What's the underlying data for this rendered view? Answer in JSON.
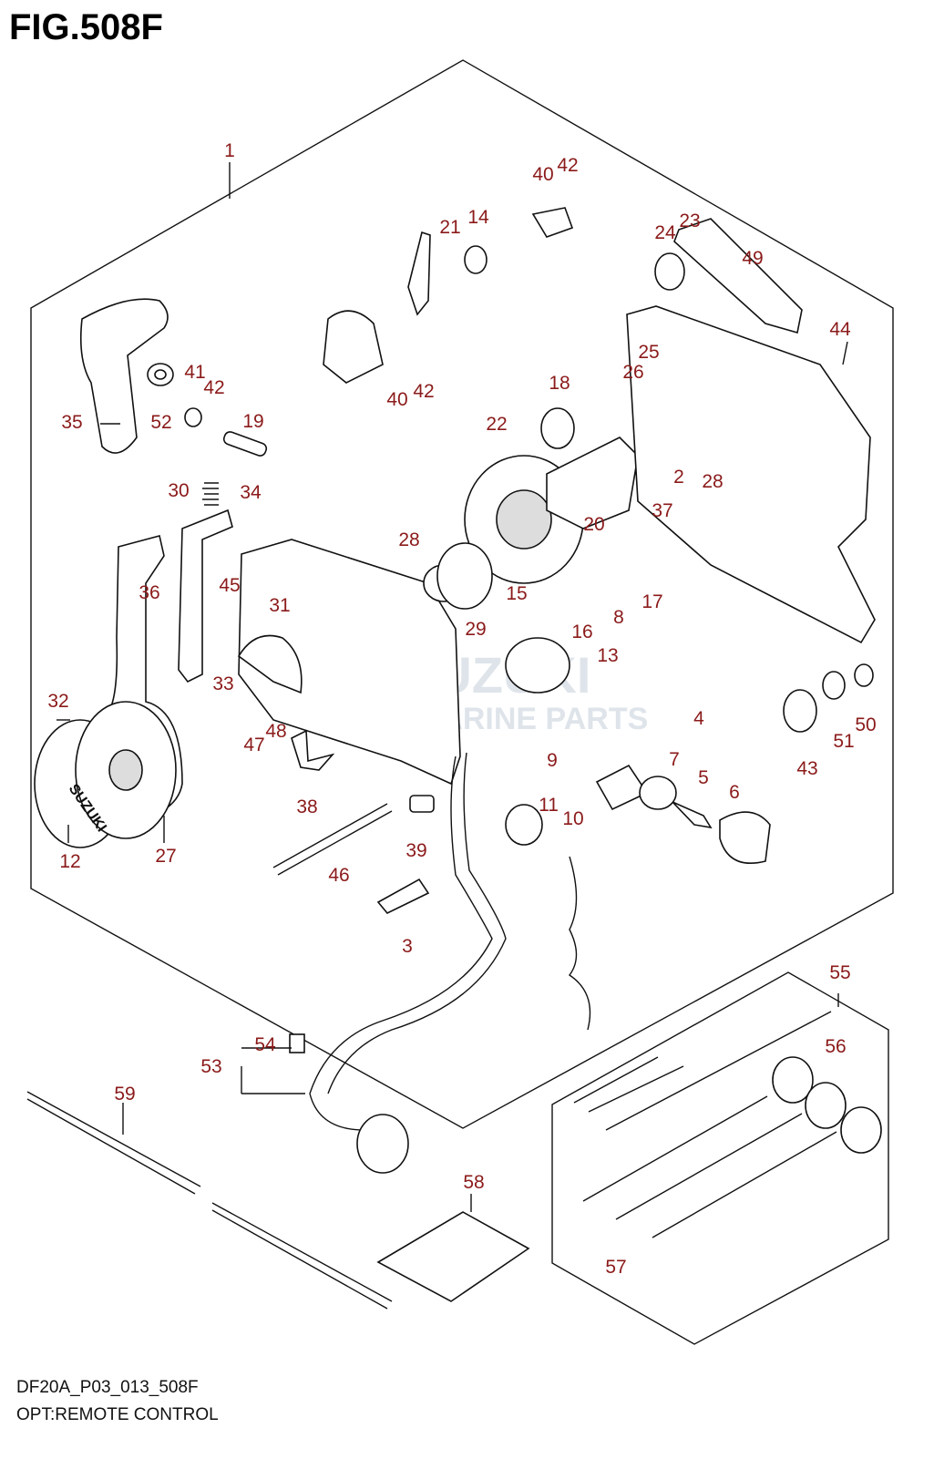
{
  "figure": {
    "title": "FIG.508F",
    "code": "DF20A_P03_013_508F",
    "caption": "OPT:REMOTE CONTROL"
  },
  "watermark": {
    "line1": "SUZUKI",
    "line2": "MARINE PARTS"
  },
  "callouts": [
    "1",
    "2",
    "3",
    "4",
    "5",
    "6",
    "7",
    "8",
    "9",
    "10",
    "11",
    "12",
    "13",
    "14",
    "15",
    "16",
    "17",
    "18",
    "19",
    "20",
    "21",
    "22",
    "23",
    "24",
    "25",
    "26",
    "27",
    "28",
    "28",
    "29",
    "30",
    "31",
    "32",
    "33",
    "34",
    "35",
    "36",
    "37",
    "38",
    "39",
    "40",
    "40",
    "41",
    "42",
    "42",
    "42",
    "43",
    "44",
    "45",
    "46",
    "47",
    "48",
    "49",
    "50",
    "51",
    "52",
    "53",
    "54",
    "55",
    "56",
    "57",
    "58",
    "59"
  ],
  "brand_mark": "SUZUKI",
  "colors": {
    "callout": "#8b1a1a",
    "line": "#111111"
  }
}
